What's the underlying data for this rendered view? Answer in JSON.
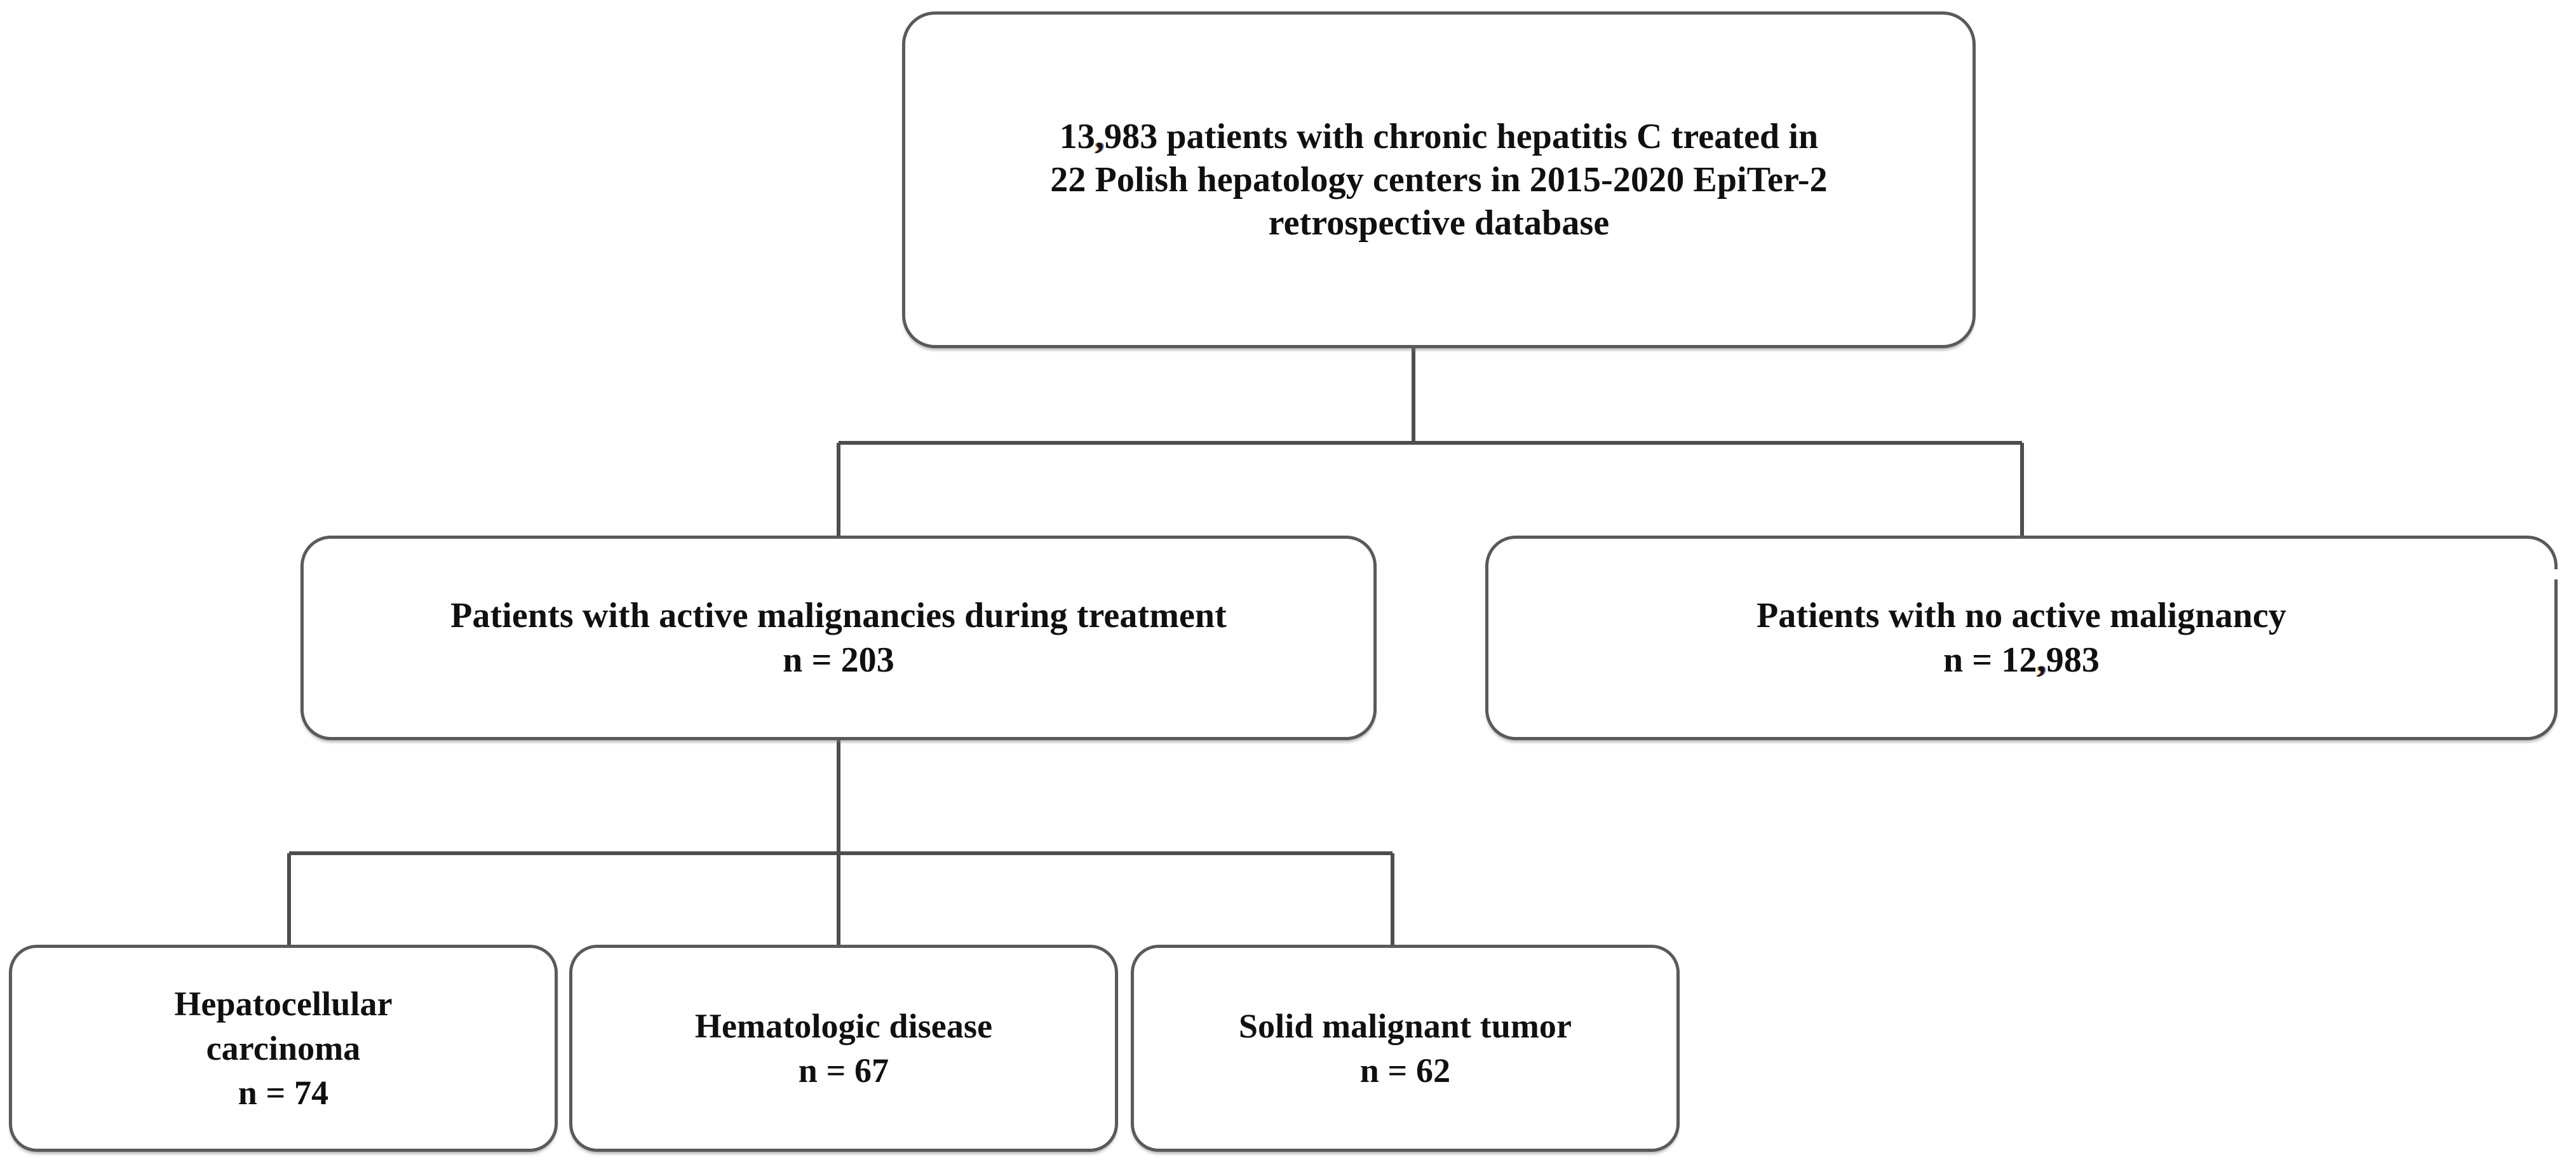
{
  "diagram": {
    "type": "flowchart",
    "title": "Study population flow chart",
    "nodes": [
      {
        "id": "root",
        "name": "study-cohort",
        "lines": [
          "13,983 patients with chronic hepatitis C treated in",
          "22 Polish hepatology centers in 2015-2020 EpiTer-2",
          "retrospective database"
        ],
        "count_label": "13,983",
        "count_value": 13983
      },
      {
        "id": "active-malignancy",
        "name": "patients-with-active-malignancies",
        "lines": [
          "Patients with active malignancies during treatment",
          "n = 203"
        ],
        "count_label": "n = 203",
        "count_value": 203
      },
      {
        "id": "no-malignancy",
        "name": "patients-with-no-active-malignancy",
        "lines": [
          "Patients with no active malignancy",
          "n = 12,983"
        ],
        "count_label": "n = 12,983",
        "count_value": 12983
      },
      {
        "id": "hcc",
        "name": "hepatocellular-carcinoma",
        "lines": [
          "Hepatocellular",
          "carcinoma",
          "n = 74"
        ],
        "count_label": "n = 74",
        "count_value": 74
      },
      {
        "id": "hematologic",
        "name": "hematologic-disease",
        "lines": [
          "Hematologic disease",
          "n = 67"
        ],
        "count_label": "n = 67",
        "count_value": 67
      },
      {
        "id": "solid-tumor",
        "name": "solid-malignant-tumor",
        "lines": [
          "Solid malignant tumor",
          "n = 62"
        ],
        "count_label": "n = 62",
        "count_value": 62
      }
    ],
    "edges": [
      {
        "from": "root",
        "to": "active-malignancy"
      },
      {
        "from": "root",
        "to": "no-malignancy"
      },
      {
        "from": "active-malignancy",
        "to": "hcc"
      },
      {
        "from": "active-malignancy",
        "to": "hematologic"
      },
      {
        "from": "active-malignancy",
        "to": "solid-tumor"
      }
    ],
    "colors": {
      "box_border": "#5a5a5a",
      "box_fill": "#ffffff",
      "connector": "#4d4d4d",
      "text": "#101010",
      "background": "#ffffff"
    }
  },
  "root": {
    "line1_pre": "13",
    "line1_comma": ",",
    "line1_post": "983 patients with chronic hepatitis C treated in",
    "line2": "22 Polish hepatology centers in 2015-2020 EpiTer-2",
    "line3": "retrospective database"
  },
  "active_malignancy": {
    "line1": "Patients with active malignancies during treatment",
    "line2": "n = 203"
  },
  "no_malignancy": {
    "line1": "Patients with no active malignancy",
    "line2_pre": "n = 12",
    "line2_comma": ",",
    "line2_post": "983"
  },
  "hcc": {
    "line1": "Hepatocellular",
    "line2": "carcinoma",
    "line3": "n = 74"
  },
  "hematologic": {
    "line1": "Hematologic disease",
    "line2": "n = 67"
  },
  "solid_tumor": {
    "line1": "Solid malignant tumor",
    "line2": "n = 62"
  }
}
